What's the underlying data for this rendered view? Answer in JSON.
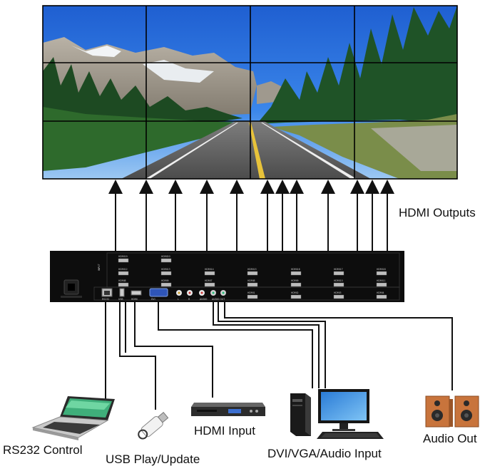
{
  "labels": {
    "hdmi_outputs": "HDMI Outputs",
    "rs232_control": "RS232 Control",
    "usb_play_update": "USB Play/Update",
    "hdmi_input": "HDMI Input",
    "dvi_vga_audio_input": "DVI/VGA/Audio Input",
    "audio_out": "Audio Out"
  },
  "device": {
    "side_label": "INPUT",
    "output_port_labels_top": [
      "HDMI19",
      "HDMI20"
    ],
    "output_port_labels_row1": [
      "HDMI12",
      "HDMI13",
      "HDMI14",
      "HDMI15",
      "HDMI16",
      "HDMI17",
      "HDMI18"
    ],
    "output_port_labels_row2": [
      "HDMI8",
      "HDMI9",
      "HDMI7",
      "HDMI8",
      "HDMI9",
      "HDMI10",
      "HDMI11"
    ],
    "output_port_labels_row3": [
      "HDMI1",
      "HDMI2",
      "HDMI3",
      "HDMI4"
    ],
    "input_port_labels": [
      "RS232",
      "USB",
      "HDMI",
      "DVI",
      "L",
      "R",
      "AUDIO",
      "AUDIO OUT"
    ]
  },
  "colors": {
    "panel_body": "#0d0d0d",
    "connector_line": "#111111",
    "sky_top": "#1f5fd1",
    "speaker_wood": "#c8743c"
  }
}
